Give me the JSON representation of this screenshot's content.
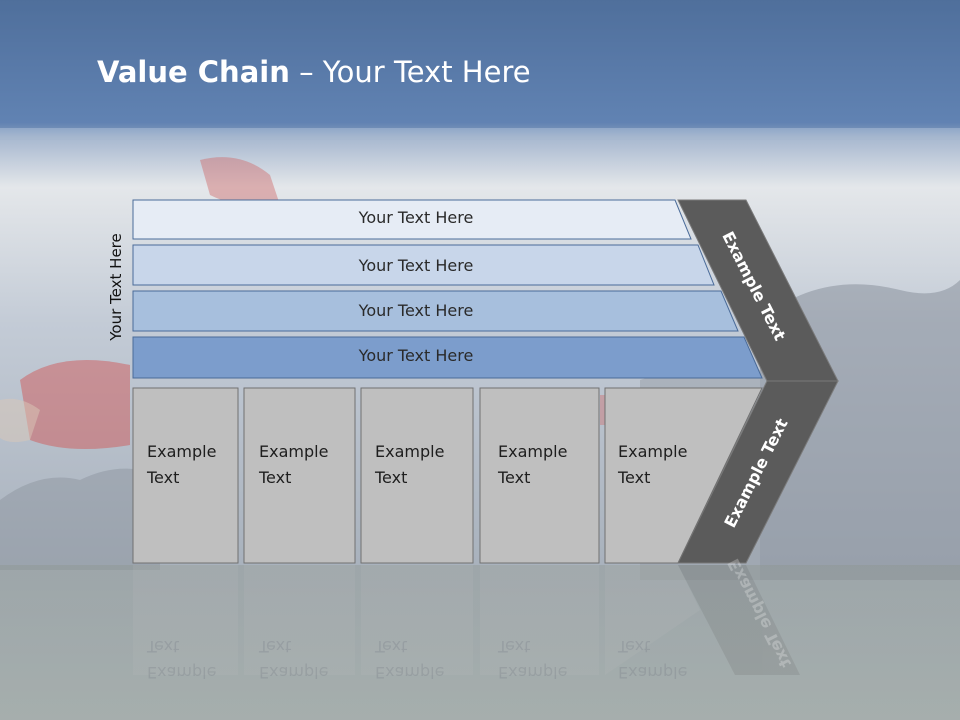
{
  "slide": {
    "title_bold": "Value Chain",
    "title_rest": "– Your Text Here",
    "side_label": "Your Text Here"
  },
  "rows": [
    {
      "label": "Your Text Here",
      "fill": "#e6ecf5"
    },
    {
      "label": "Your Text Here",
      "fill": "#c8d6ea"
    },
    {
      "label": "Your Text Here",
      "fill": "#a7bfdd"
    },
    {
      "label": "Your Text Here",
      "fill": "#7c9dcc"
    }
  ],
  "boxes": [
    {
      "line1": "Example",
      "line2": "Text"
    },
    {
      "line1": "Example",
      "line2": "Text"
    },
    {
      "line1": "Example",
      "line2": "Text"
    },
    {
      "line1": "Example",
      "line2": "Text"
    },
    {
      "line1": "Example",
      "line2": "Text"
    }
  ],
  "chevron": {
    "upper_label": "Example Text",
    "lower_label": "Example Text",
    "fill": "#5b5b5b"
  },
  "colors": {
    "header_top": "#4e6f9c",
    "header_bottom": "#6f90c0",
    "box_fill": "#bfbfbf"
  }
}
